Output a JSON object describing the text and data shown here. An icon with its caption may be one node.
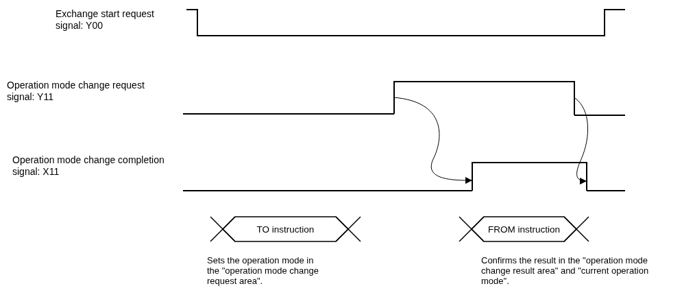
{
  "diagram": {
    "nodes": [
      {
        "text": [],
        "shape": "pulse"
      },
      {
        "text": [],
        "shape": "pulse"
      },
      {
        "text": [
          "TO instruction"
        ],
        "beside": [
          "Sets the operation mode in the \"operation mode change request area\"."
        ]
      },
      {
        "text": [
          "FROM instruction"
        ],
        "beside": [
          "Confirms the result in the \"operation mode change result area\" and \"current operation mode\"."
        ]
      }
    ],
    "edges": [
      {
        "from": 0,
        "to": 1,
        "arrow": "to"
      },
      {
        "from": 0,
        "to": 1,
        "arrow": "to"
      }
    ],
    "labels": [
      "Exchange start request signal: Y00",
      "Operation mode change request signal: Y11",
      "Operation mode change completion signal: X11"
    ]
  }
}
